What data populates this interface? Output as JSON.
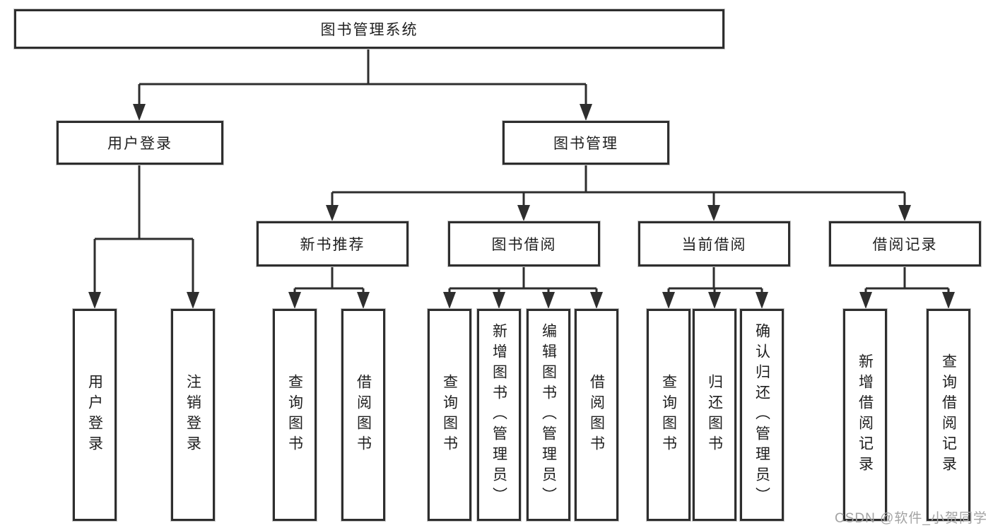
{
  "diagram": {
    "root": "图书管理系统",
    "branches": [
      {
        "label": "用户登录",
        "leaves": [
          "用户登录",
          "注销登录"
        ]
      },
      {
        "label": "图书管理",
        "children": [
          {
            "label": "新书推荐",
            "leaves": [
              "查询图书",
              "借阅图书"
            ]
          },
          {
            "label": "图书借阅",
            "leaves": [
              "查询图书",
              "新增图书（管理员）",
              "编辑图书（管理员）",
              "借阅图书"
            ]
          },
          {
            "label": "当前借阅",
            "leaves": [
              "查询图书",
              "归还图书",
              "确认归还（管理员）"
            ]
          },
          {
            "label": "借阅记录",
            "leaves": [
              "新增借阅记录",
              "查询借阅记录"
            ]
          }
        ]
      }
    ]
  },
  "watermark": "CSDN @软件_小贺同学",
  "colors": {
    "line": "#2e2e2e",
    "box_border": "#2e2e2e",
    "box_fill": "#ffffff",
    "text": "#1f1f1f",
    "watermark": "#a3a3a3",
    "background": "#ffffff"
  }
}
